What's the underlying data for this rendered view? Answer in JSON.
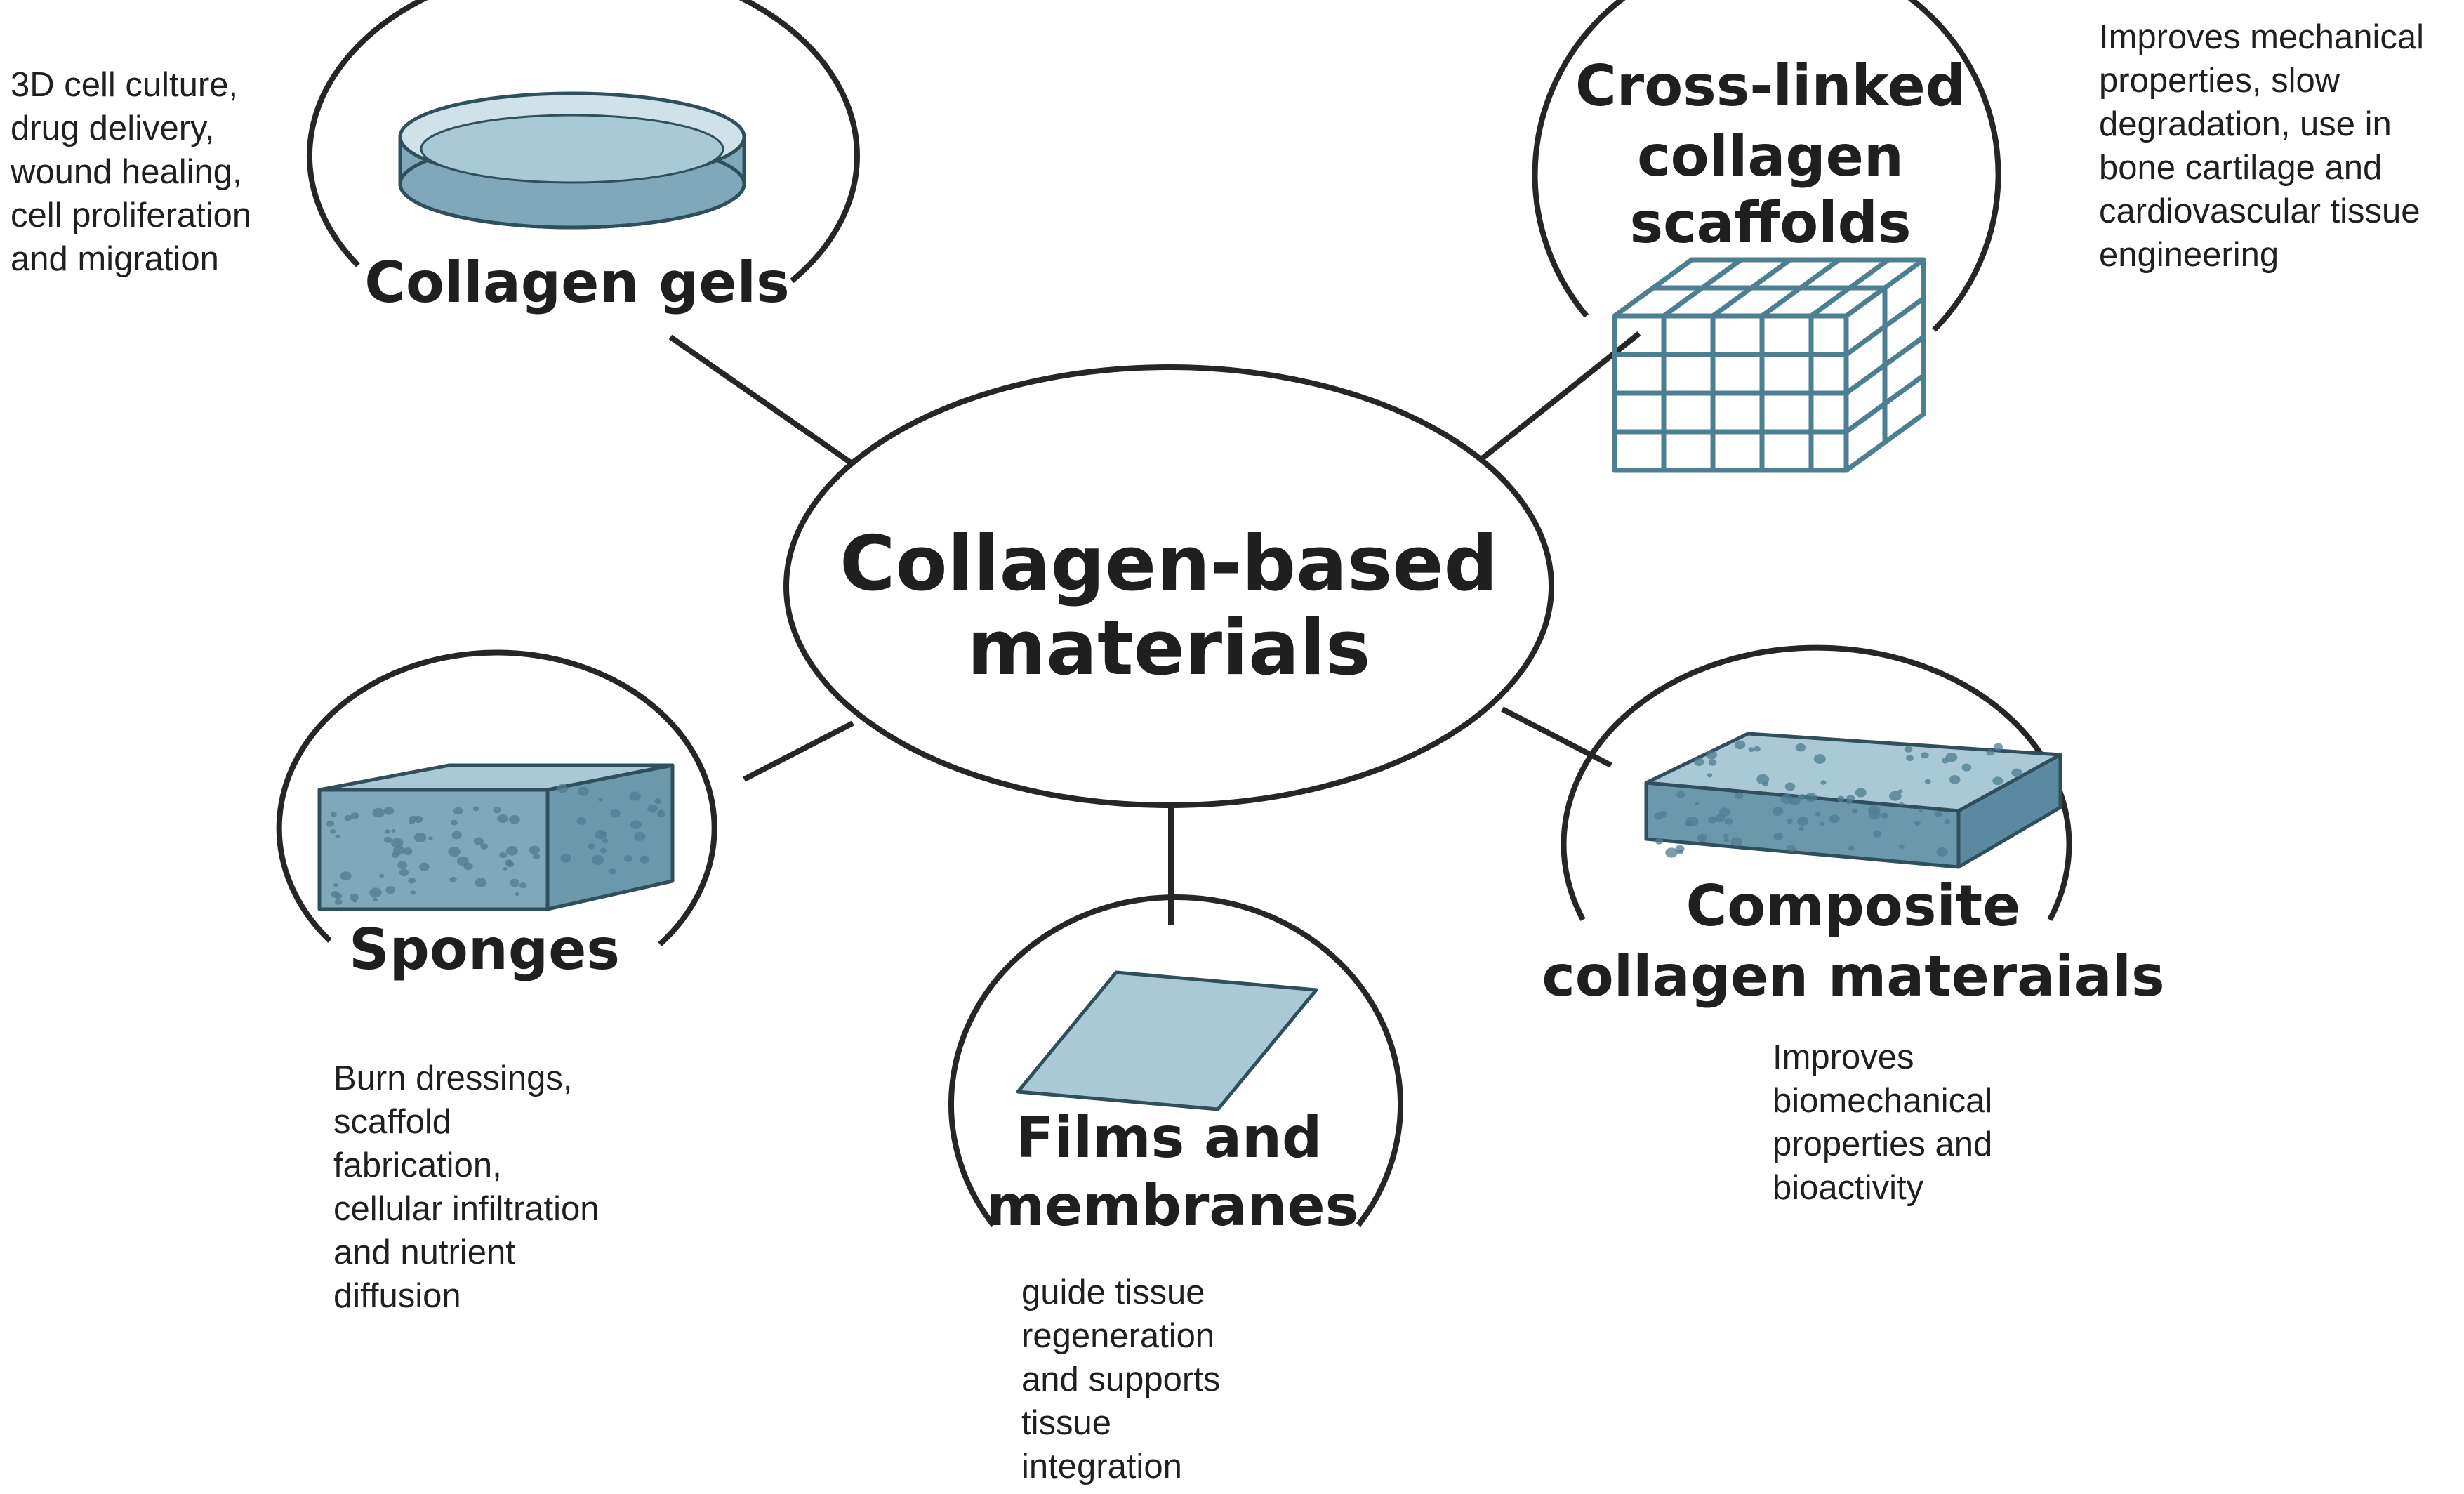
{
  "colors": {
    "outline": "#262626",
    "fill_light": "#a9c9d6",
    "fill_mid": "#7fa9bb",
    "fill_dark": "#5b8aa0",
    "grid": "#4d7f93",
    "dot": "#4f7c90"
  },
  "center": {
    "title_lines": [
      "Collagen-based",
      "materials"
    ]
  },
  "nodes": {
    "gels": {
      "title_lines": [
        "Collagen gels"
      ],
      "icon": "petri-dish-icon",
      "desc_lines": [
        "3D cell culture,",
        "drug delivery,",
        "wound healing,",
        "cell proliferation",
        "and migration"
      ]
    },
    "crosslinked": {
      "title_lines": [
        "Cross-linked",
        "collagen",
        "scaffolds"
      ],
      "icon": "grid-cube-icon",
      "desc_lines": [
        "Improves mechanical",
        "properties, slow",
        "degradation, use in",
        "bone cartilage and",
        "cardiovascular tissue",
        "engineering"
      ]
    },
    "sponges": {
      "title_lines": [
        "Sponges"
      ],
      "icon": "porous-block-icon",
      "desc_lines": [
        "Burn dressings,",
        "scaffold",
        "fabrication,",
        "cellular infiltration",
        "and nutrient",
        "diffusion"
      ]
    },
    "films": {
      "title_lines": [
        "Films and",
        "membranes"
      ],
      "icon": "thin-sheet-icon",
      "desc_lines": [
        "guide tissue",
        "regeneration",
        "and supports",
        "tissue",
        "integration"
      ]
    },
    "composite": {
      "title_lines": [
        "Composite",
        "collagen materaials"
      ],
      "icon": "composite-slab-icon",
      "desc_lines": [
        "Improves",
        "biomechanical",
        "properties and",
        "bioactivity"
      ]
    }
  }
}
